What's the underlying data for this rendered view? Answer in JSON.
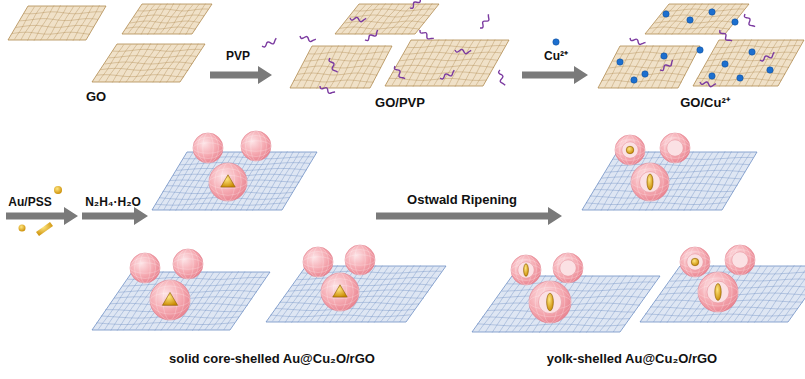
{
  "diagram": {
    "labels": [
      "PVP",
      "Cu²⁺",
      "GO",
      "GO/PVP",
      "GO/Cu²⁺",
      "Au/PSS",
      "N₂H₄·H₂O",
      "Ostwald Ripening",
      "solid core-shelled Au@Cu₂O/rGO",
      "yolk-shelled Au@Cu₂O/rGO"
    ]
  }
}
